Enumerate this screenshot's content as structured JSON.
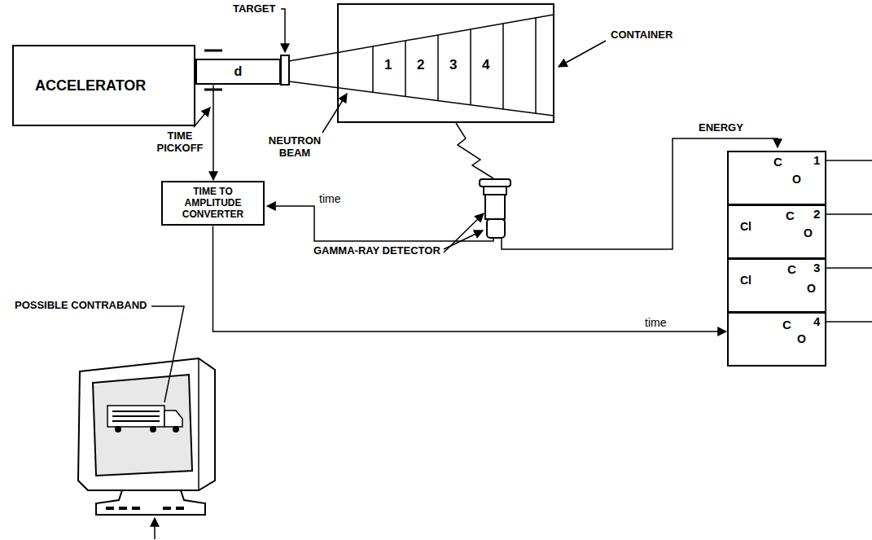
{
  "diagram": {
    "nodes": [
      {
        "text": [
          "ACCELERATOR"
        ]
      },
      {
        "text": [
          "d"
        ]
      },
      {
        "text": [
          "TIME TO AMPLITUDE CONVERTER"
        ]
      },
      {
        "text": [
          "C",
          "1",
          "O"
        ]
      },
      {
        "text": [
          "Cl",
          "C",
          "2",
          "O"
        ]
      },
      {
        "text": [
          "Cl",
          "C",
          "3",
          "O"
        ]
      },
      {
        "text": [
          "C",
          "4",
          "O"
        ]
      }
    ],
    "edges": [
      {
        "from": 1,
        "to": 2,
        "arrow": "to"
      },
      {
        "from": 2,
        "to": 6,
        "label": "time",
        "arrow": "to"
      }
    ],
    "labels": [
      "TARGET",
      "CONTAINER",
      "1",
      "2",
      "3",
      "4",
      "NEUTRON BEAM",
      "TIME PICKOFF",
      "ENERGY",
      "time",
      "GAMMA-RAY DETECTOR",
      "POSSIBLE CONTRABAND"
    ]
  }
}
